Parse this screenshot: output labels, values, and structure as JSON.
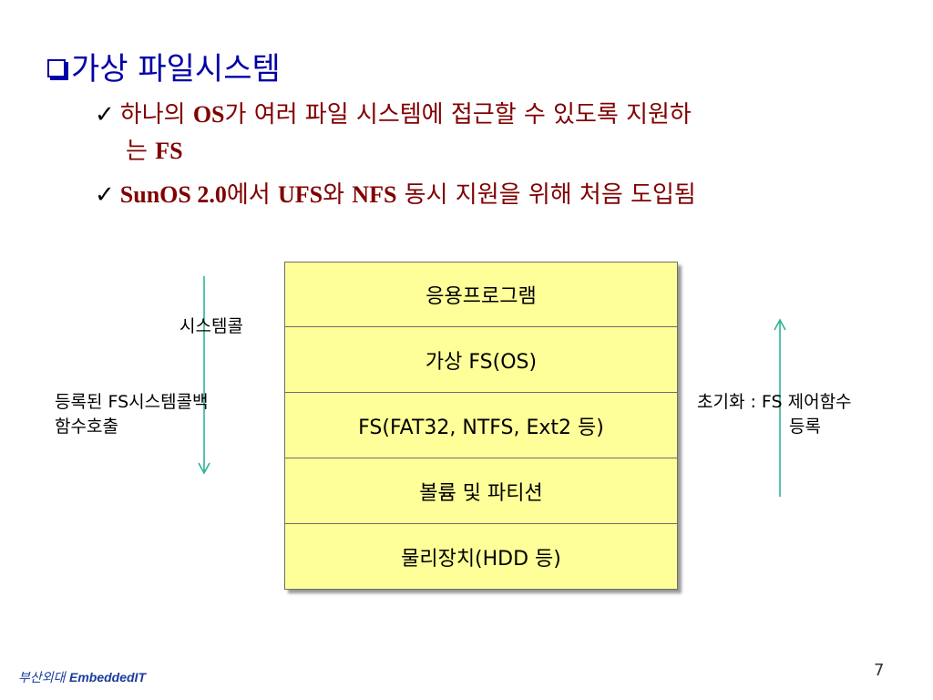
{
  "title": "가상 파일시스템",
  "bullets": [
    {
      "part1": "하나의 ",
      "bold1": "OS",
      "part2": "가 여러 파일 시스템에 접근할 수 있도록 지원하",
      "line2_prefix": "는 ",
      "line2_bold": "FS"
    },
    {
      "bold1": "SunOS 2.0",
      "part1": "에서 ",
      "bold2": "UFS",
      "part2": "와 ",
      "bold3": "NFS",
      "part3": " 동시 지원을 위해 처음 도입됨"
    }
  ],
  "layers": [
    "응용프로그램",
    "가상 FS(OS)",
    "FS(FAT32, NTFS, Ext2 등)",
    "볼륨 및 파티션",
    "물리장치(HDD 등)"
  ],
  "left_labels": {
    "syscall": "시스템콜",
    "register_line1": "등록된 FS시스템콜백",
    "register_line2": "함수호출"
  },
  "right_labels": {
    "init_line1": "초기화 : FS 제어함수",
    "init_line2": "등록"
  },
  "colors": {
    "title": "#0000a8",
    "bullet_text": "#800000",
    "layer_fill": "#ffff99",
    "arrow": "#2db394"
  },
  "footer": {
    "korean": "부산외대 ",
    "brand": "EmbeddedIT"
  },
  "page_number": "7"
}
